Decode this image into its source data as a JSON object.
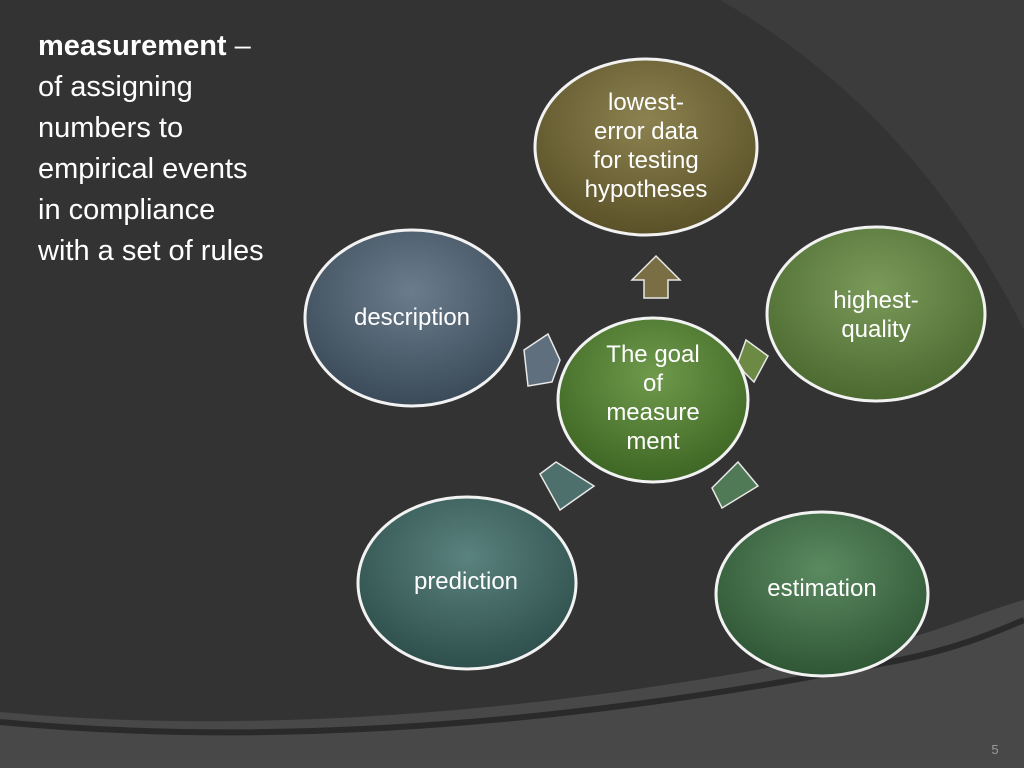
{
  "definition": {
    "term": "measurement",
    "dash": " –",
    "lines": [
      "of assigning",
      "numbers to",
      "empirical events",
      "in compliance",
      "with a set of rules"
    ]
  },
  "diagram": {
    "center": {
      "lines": [
        "The goal",
        "of",
        "measure",
        "ment"
      ]
    },
    "nodes": [
      {
        "lines": [
          "lowest-",
          "error data",
          "for testing",
          "hypotheses"
        ]
      },
      {
        "lines": [
          "highest-",
          "quality"
        ]
      },
      {
        "lines": [
          "estimation"
        ]
      },
      {
        "lines": [
          "prediction"
        ]
      },
      {
        "lines": [
          "description"
        ]
      }
    ]
  },
  "page_number": "5",
  "colors": {
    "background": "#333333",
    "swoosh_light": "#4a4a4a",
    "swoosh_dark": "#2c2c2c",
    "node_outline": "#f2f2f2",
    "center": "#4e7a31",
    "hypotheses_node": "#6e6536",
    "quality_node": "#5c7b3e",
    "estimation_node": "#3f6a45",
    "prediction_node": "#3e6360",
    "description_node": "#4d5e6d"
  }
}
